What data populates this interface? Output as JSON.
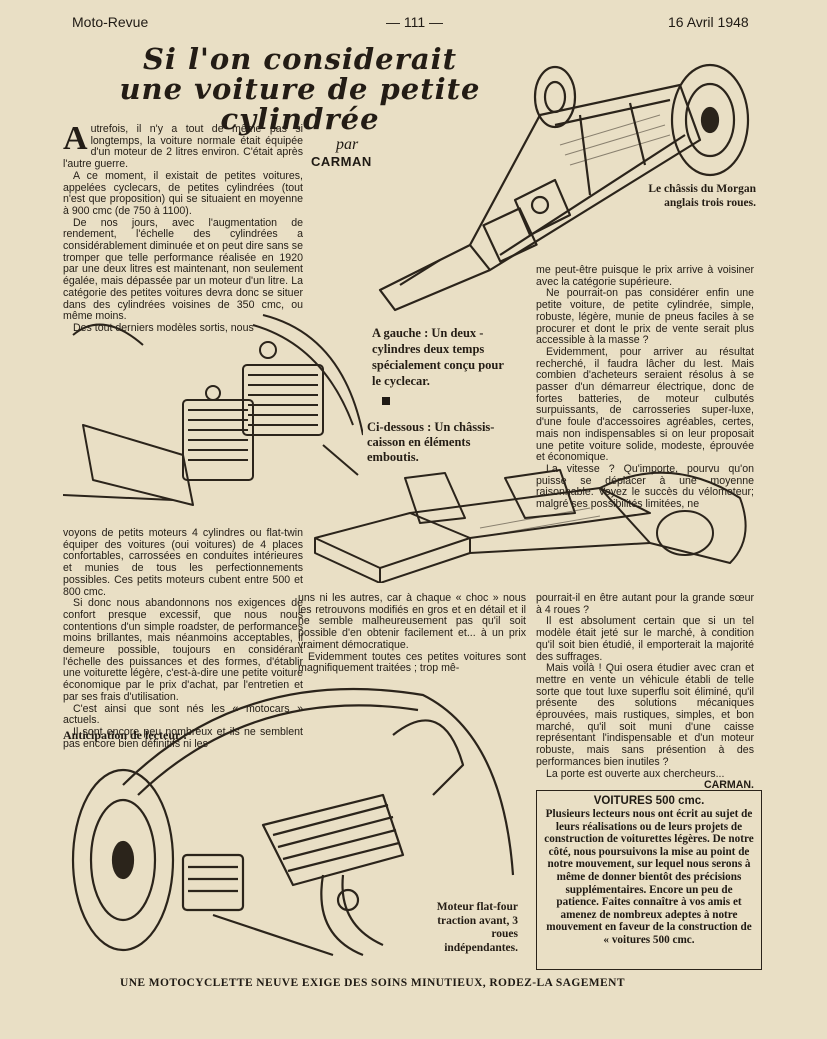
{
  "header": {
    "magazine": "Moto-Revue",
    "page_number": "— 111 —",
    "date": "16 Avril 1948"
  },
  "article": {
    "title_line1": "Si l'on considerait",
    "title_line2": "une voiture de petite",
    "title_line3": "cylindrée",
    "byline_par": "par",
    "author": "CARMAN",
    "col1_p1_drop": "A",
    "col1_p1": "utrefois, il n'y a tout de même pas si longtemps, la voiture normale était équipée d'un moteur de 2 litres environ. C'était après l'autre guerre.",
    "col1_p2": "A ce moment, il existait de petites voitures, appelées cyclecars, de petites cylindrées (tout n'est que proposition) qui se situaient en moyenne à 900 cmc (de 750 à 1100).",
    "col1_p3": "De nos jours, avec l'augmentation de rendement, l'échelle des cylindrées a considérablement diminuée et on peut dire sans se tromper que telle performance réalisée en 1920 par une deux litres est maintenant, non seulement égalée, mais dépassée par un moteur d'un litre. La catégorie des petites voitures devra donc se situer dans des cylindrées voisines de 350 cmc, ou même moins.",
    "col1_p4": "Des tout derniers modèles sortis, nous",
    "colA_p1": "voyons de petits moteurs 4 cylindres ou flat-twin équiper des voitures (oui voitures) de 4 places confortables, carrossées en conduites intérieures et munies de tous les perfectionnements possibles. Ces petits moteurs cubent entre 500 et 800 cmc.",
    "colA_p2": "Si donc nous abandonnons nos exigences de confort presque excessif, que nous nous contentions d'un simple roadster, de performances moins brillantes, mais néanmoins acceptables, il demeure possible, toujours en considérant l'échelle des puissances et des formes, d'établir une voiturette légère, c'est-à-dire une petite voiture économique par le prix d'achat, par l'entretien et par ses frais d'utilisation.",
    "colA_p3": "C'est ainsi que sont nés les « motocars » actuels.",
    "colA_p4": "Il sont encore peu nombreux et ils ne semblent pas encore bien définitifs ni les",
    "colB_p1": "uns ni les autres, car à chaque « choc » nous les retrouvons modifiés en gros et en détail et il ne semble malheureusement pas qu'il soit possible d'en obtenir facilement et... à un prix vraiment démocratique.",
    "colB_p2": "Evidemment toutes ces petites voitures sont magnifiquement traitées ; trop mê-",
    "colR1_p1": "me peut-être puisque le prix arrive à voisiner avec la catégorie supérieure.",
    "colR1_p2": "Ne pourrait-on pas considérer enfin une petite voiture, de petite cylindrée, simple, robuste, légère, munie de pneus faciles à se procurer et dont le prix de vente serait plus accessible à la masse ?",
    "colR1_p3": "Evidemment, pour arriver au résultat recherché, il faudra lâcher du lest. Mais combien d'acheteurs seraient résolus à se passer d'un démarreur électrique, donc de fortes batteries, de moteur culbutés surpuissants, de carrosseries super-luxe, d'une foule d'accessoires agréables, certes, mais non indispensables si on leur proposait une petite voiture solide, modeste, éprouvée et économique.",
    "colR1_p4": "La vitesse ? Qu'importe, pourvu qu'on puisse se déplacer à une moyenne raisonnable. Voyez le succès du vélomoteur; malgré ses possibilités limitées, ne",
    "colR2_p1": "pourrait-il en être autant pour la grande sœur à 4 roues ?",
    "colR2_p2": "Il est absolument certain que si un tel modèle était jeté sur le marché, à condition qu'il soit bien étudié, il emporterait la majorité des suffrages.",
    "colR2_p3": "Mais voilà ! Qui osera étudier avec cran et mettre en vente un véhicule établi de telle sorte que tout luxe superflu soit éliminé, qu'il présente des solutions mécaniques éprouvées, mais rustiques, simples, et bon marché, qu'il soit muni d'une caisse représentant l'indispensable et d'un moteur robuste, mais sans présention à des performances bien inutiles ?",
    "colR2_p4": "La porte est ouverte aux chercheurs...",
    "colR2_sign": "CARMAN.",
    "subhead": "Anticipation de lecteur :"
  },
  "captions": {
    "morgan": "Le châssis du Morgan anglais trois roues.",
    "gauche": "A gauche : Un deux - cylindres deux temps spécialement conçu pour le cyclecar.",
    "dessous": "Ci-dessous : Un châssis-caisson en éléments emboutis.",
    "moteur": "Moteur flat-four traction avant, 3 roues indépendantes."
  },
  "box": {
    "title": "VOITURES 500 cmc.",
    "body": "Plusieurs lecteurs nous ont écrit au sujet de leurs réalisations ou de leurs projets de construction de voiturettes légères. De notre côté, nous poursuivons la mise au point de notre mouvement, sur lequel nous serons à même de donner bientôt des précisions supplémentaires. Encore un peu de patience. Faites connaître à vos amis et amenez de nombreux adeptes à notre mouvement en faveur de la construction de « voitures 500 cmc."
  },
  "footer": {
    "slogan": "UNE MOTOCYCLETTE NEUVE EXIGE DES SOINS MINUTIEUX, RODEZ-LA SAGEMENT"
  }
}
